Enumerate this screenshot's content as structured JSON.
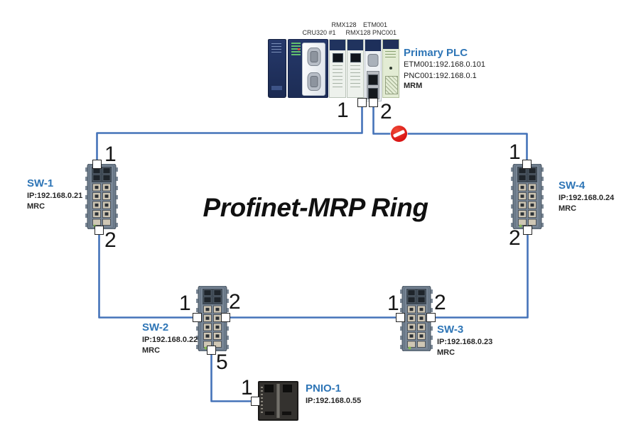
{
  "diagram": {
    "title": "Profinet-MRP Ring"
  },
  "plc": {
    "name": "Primary PLC",
    "info_lines": [
      "ETM001:192.168.0.101",
      "PNC001:192.168.0.1"
    ],
    "role": "MRM",
    "module_labels_row1": [
      "RMX128",
      "ETM001"
    ],
    "module_labels_row2": [
      "CRU320 #1",
      "RMX128",
      "PNC001"
    ],
    "ports": {
      "p1": "1",
      "p2": "2"
    }
  },
  "switches": [
    {
      "name": "SW-1",
      "ip": "IP:192.168.0.21",
      "role": "MRC",
      "ports": {
        "p1": "1",
        "p2": "2"
      }
    },
    {
      "name": "SW-2",
      "ip": "IP:192.168.0.22",
      "role": "MRC",
      "ports": {
        "p1": "1",
        "p2": "2",
        "p5": "5"
      }
    },
    {
      "name": "SW-3",
      "ip": "IP:192.168.0.23",
      "role": "MRC",
      "ports": {
        "p1": "1",
        "p2": "2"
      }
    },
    {
      "name": "SW-4",
      "ip": "IP:192.168.0.24",
      "role": "MRC",
      "ports": {
        "p1": "1",
        "p2": "2"
      }
    }
  ],
  "io_device": {
    "name": "PNIO-1",
    "ip": "IP:192.168.0.55",
    "ports": {
      "p1": "1"
    }
  },
  "ring": {
    "blocked_link": "Primary PLC port 2 — SW-4 port 1",
    "line_color": "#4573b9",
    "label_color": "#2E75B6",
    "connections": [
      "Primary PLC p1 — SW-1 p1",
      "Primary PLC p2 — SW-4 p1 (blocked)",
      "SW-1 p2 — SW-2 p1",
      "SW-2 p2 — SW-3 p1",
      "SW-3 p2 — SW-4 p2",
      "SW-2 p5 — PNIO-1 p1"
    ]
  }
}
